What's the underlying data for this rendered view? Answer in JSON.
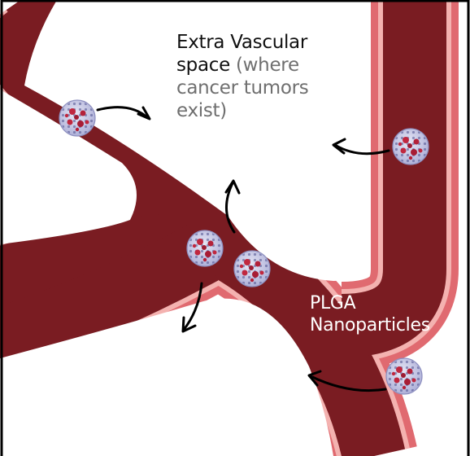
{
  "labels": {
    "extravascular_bold_line1": "Extra Vascular",
    "extravascular_bold_line2": "space",
    "extravascular_light_line2": " (where",
    "extravascular_light_line3": "cancer tumors",
    "extravascular_light_line4": "exist)",
    "nanoparticles_line1": "PLGA",
    "nanoparticles_line2": "Nanoparticles"
  },
  "colors": {
    "vessel_outer": "#e06a70",
    "vessel_stripe": "#f4b2b0",
    "vessel_lumen": "#7a1c22",
    "background": "#ffffff",
    "frame": "#000000",
    "arrow": "#000000",
    "particle_body": "#bfc0e2",
    "particle_dots": "#c0273f"
  }
}
